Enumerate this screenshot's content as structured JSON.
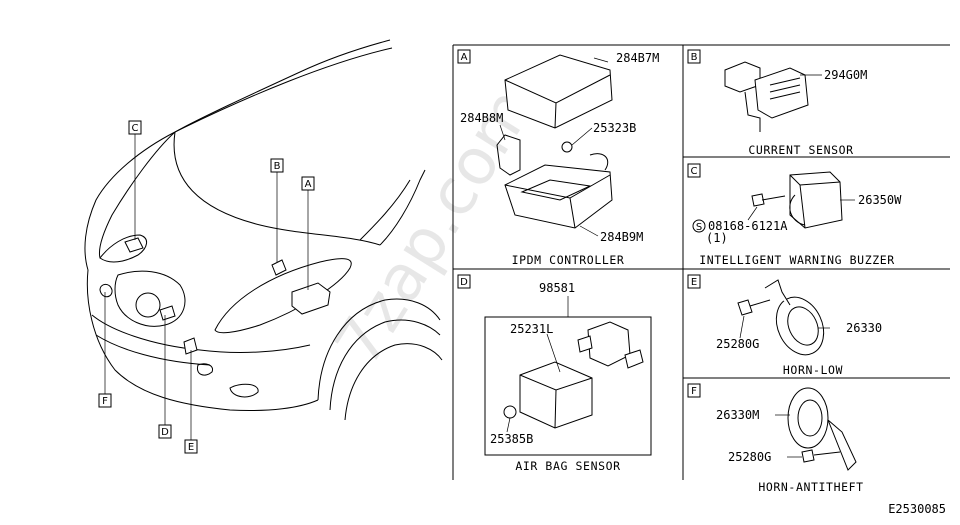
{
  "diagram_code": "E2530085",
  "watermark": "7zap.com",
  "sections": {
    "A": {
      "letter": "A",
      "caption": "IPDM CONTROLLER",
      "parts": [
        "284B7M",
        "284B8M",
        "25323B",
        "284B9M"
      ]
    },
    "B": {
      "letter": "B",
      "caption": "CURRENT SENSOR",
      "parts": [
        "294G0M"
      ]
    },
    "C": {
      "letter": "C",
      "caption": "INTELLIGENT WARNING BUZZER",
      "parts": [
        "26350W",
        "08168-6121A",
        "(1)"
      ],
      "screw_symbol": "S"
    },
    "D": {
      "letter": "D",
      "caption": "AIR BAG SENSOR",
      "parts": [
        "98581",
        "25231L",
        "25385B"
      ]
    },
    "E": {
      "letter": "E",
      "caption": "HORN-LOW",
      "parts": [
        "25280G",
        "26330"
      ]
    },
    "F": {
      "letter": "F",
      "caption": "HORN-ANTITHEFT",
      "parts": [
        "26330M",
        "25280G"
      ]
    }
  },
  "car_callouts": [
    "C",
    "B",
    "A",
    "F",
    "D",
    "E"
  ]
}
